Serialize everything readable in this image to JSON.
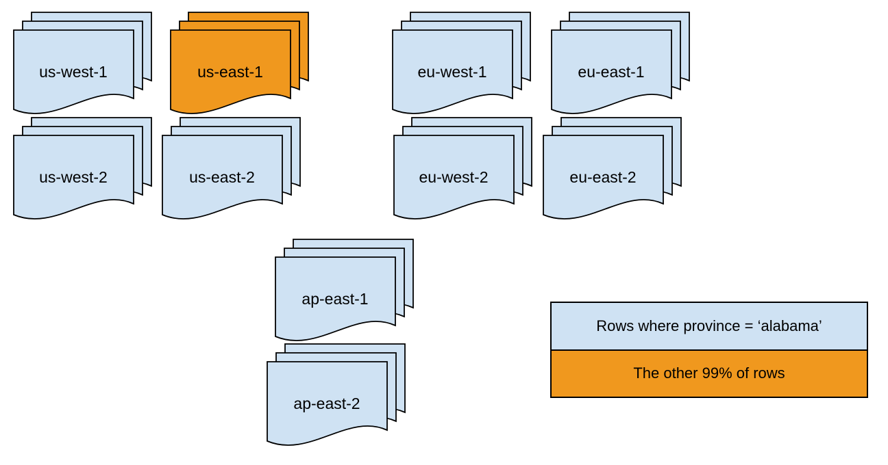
{
  "colors": {
    "region_blue": "#cfe2f3",
    "region_orange": "#f0981e",
    "outline": "#000000"
  },
  "stacks": [
    {
      "label": "us-west-1",
      "fill": "#cfe2f3"
    },
    {
      "label": "us-east-1",
      "fill": "#f0981e"
    },
    {
      "label": "eu-west-1",
      "fill": "#cfe2f3"
    },
    {
      "label": "eu-east-1",
      "fill": "#cfe2f3"
    },
    {
      "label": "us-west-2",
      "fill": "#cfe2f3"
    },
    {
      "label": "us-east-2",
      "fill": "#cfe2f3"
    },
    {
      "label": "eu-west-2",
      "fill": "#cfe2f3"
    },
    {
      "label": "eu-east-2",
      "fill": "#cfe2f3"
    },
    {
      "label": "ap-east-1",
      "fill": "#cfe2f3"
    },
    {
      "label": "ap-east-2",
      "fill": "#cfe2f3"
    }
  ],
  "legend": {
    "items": [
      {
        "label": "Rows where province = ‘alabama’",
        "color": "#cfe2f3"
      },
      {
        "label": "The other 99% of rows",
        "color": "#f0981e"
      }
    ]
  }
}
